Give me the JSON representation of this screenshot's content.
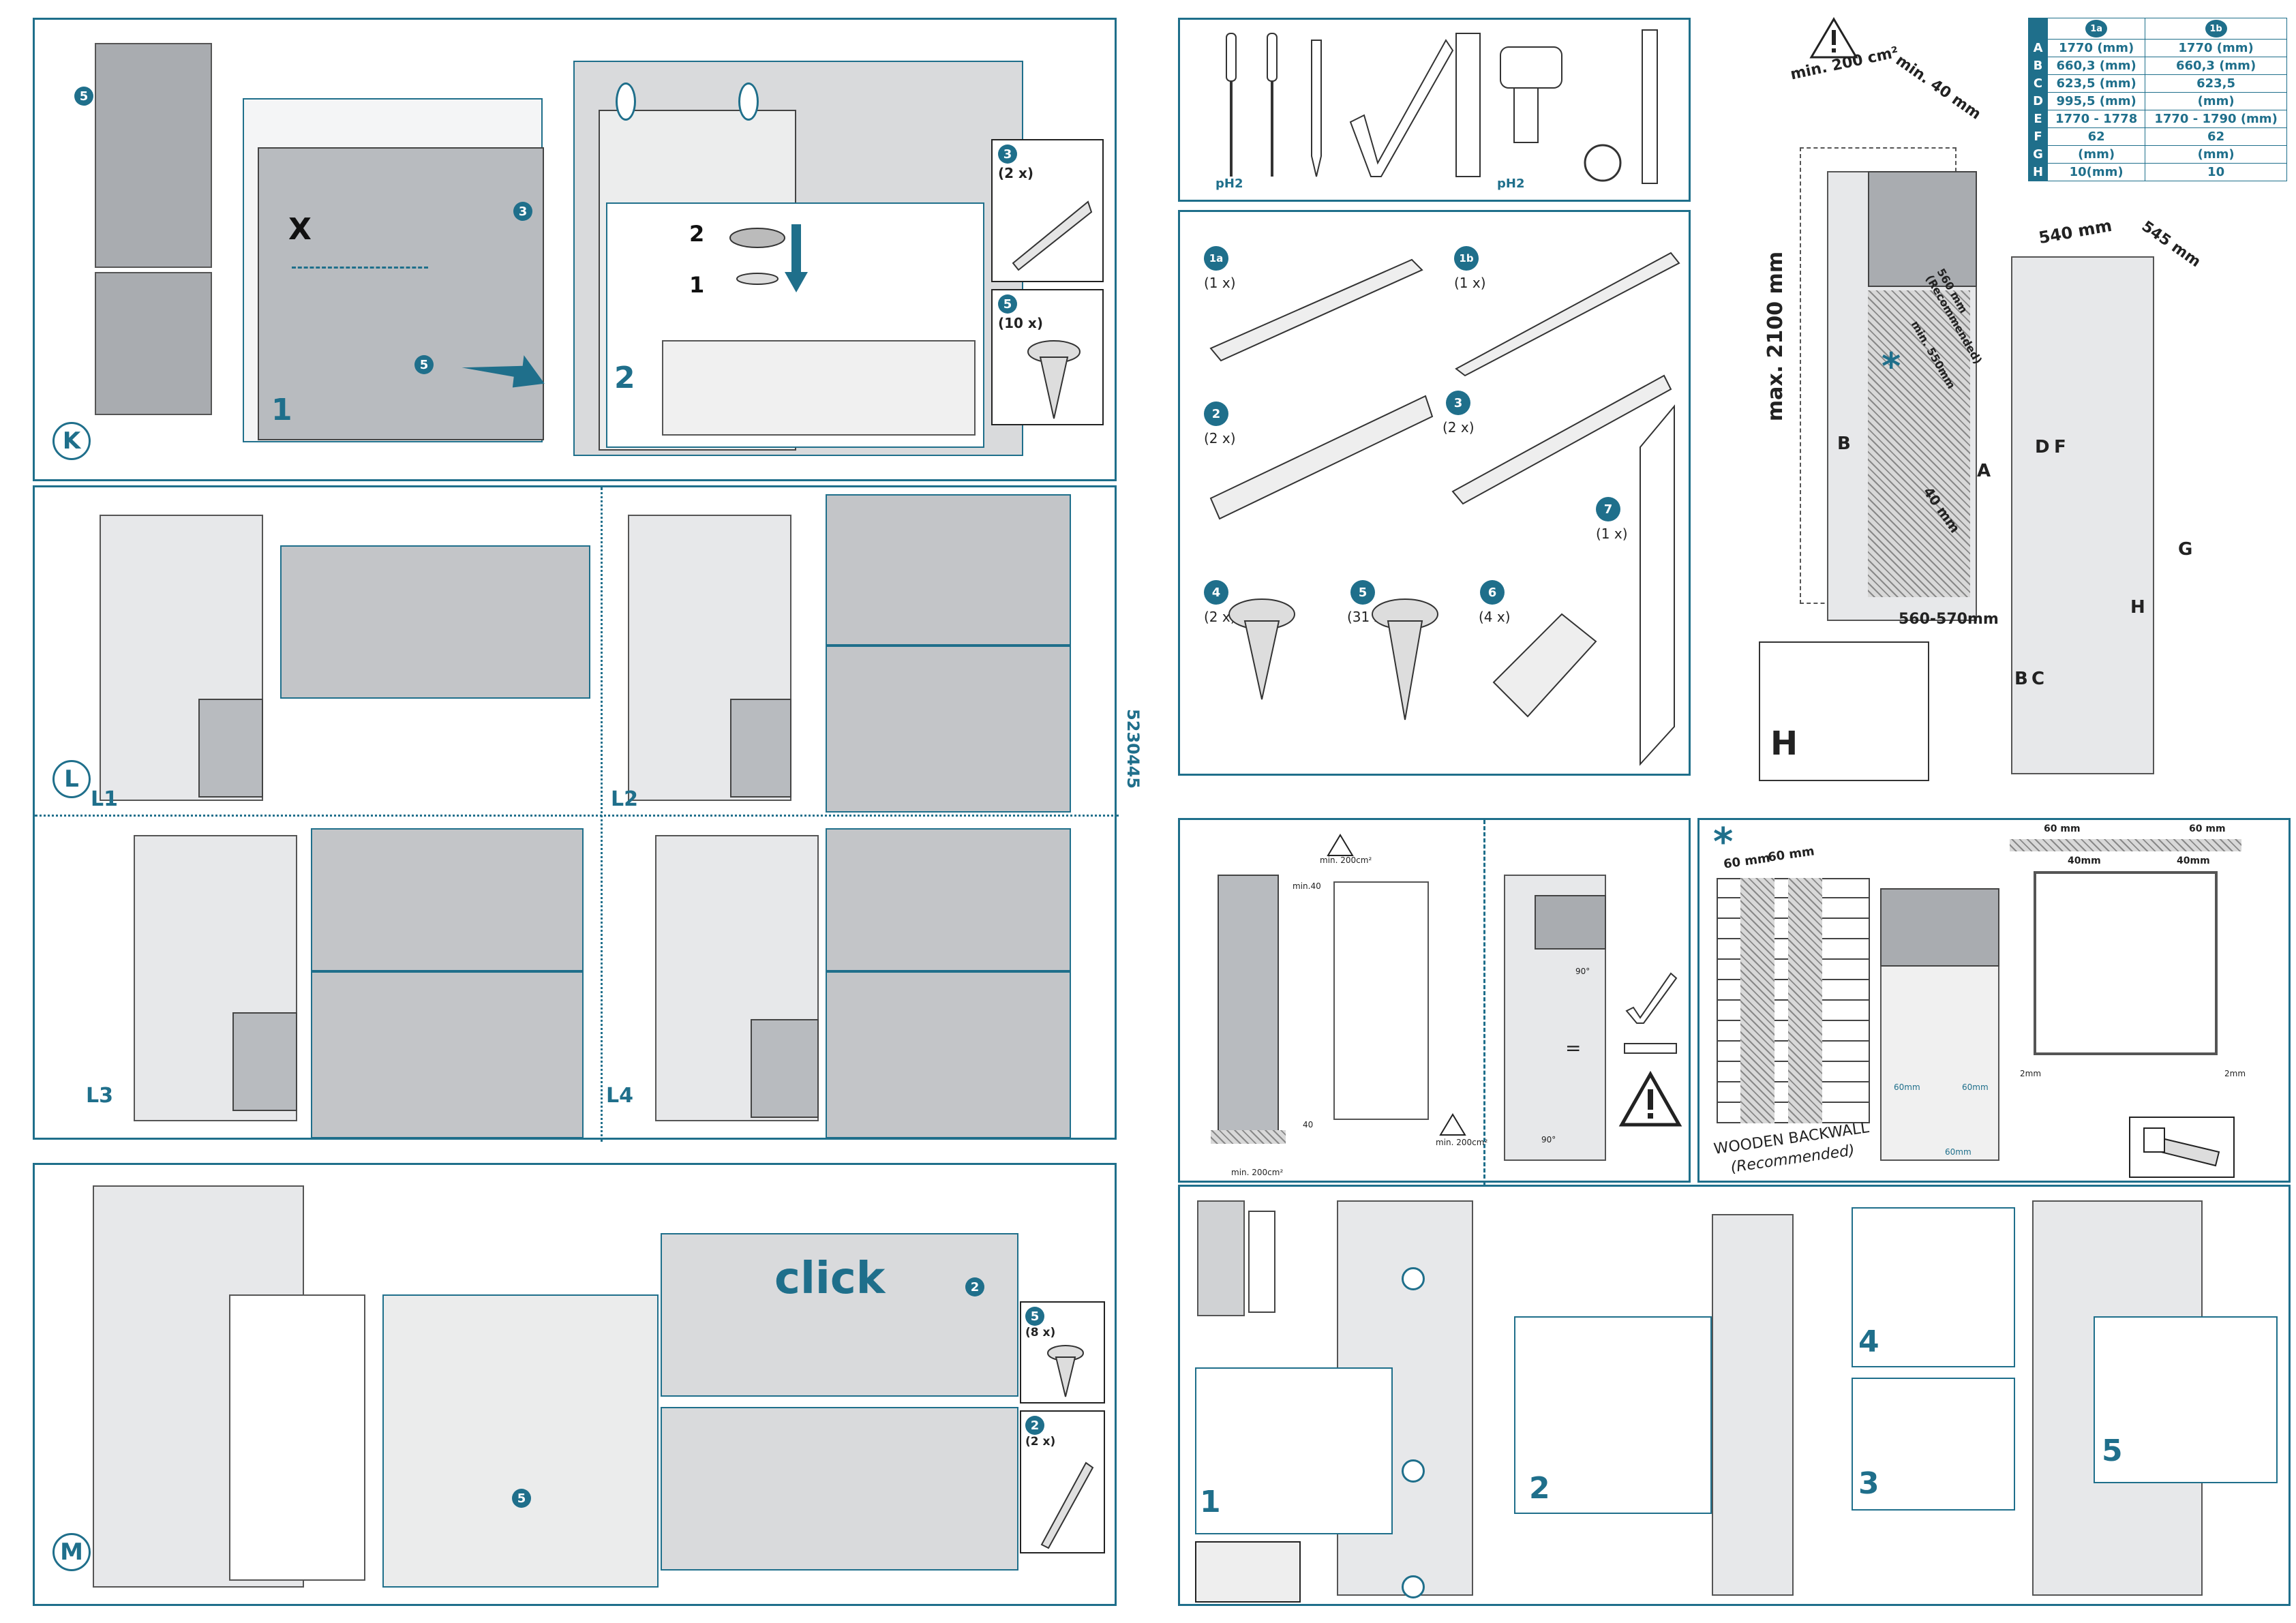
{
  "doc_code": "5230445",
  "colors": {
    "accent": "#1f6f8b",
    "door_gray": "#b8bbbf"
  },
  "section_k": {
    "label": "K",
    "distance_mark": "X",
    "step_1": "1",
    "step_2": "2",
    "nut_step_1": "1",
    "nut_step_2": "2",
    "part_3": {
      "num": "3",
      "qty": "(2 x)"
    },
    "part_5": {
      "num": "5",
      "qty": "(10 x)"
    },
    "callout_3": "3",
    "callout_5": "5",
    "callout_5b": "5"
  },
  "section_l": {
    "label": "L",
    "subs": [
      "L1",
      "L2",
      "L3",
      "L4"
    ]
  },
  "section_m": {
    "label": "M",
    "click_text": "click",
    "callout_2": "2",
    "callout_5": "5",
    "part_5": {
      "num": "5",
      "qty": "(8 x)"
    },
    "part_2": {
      "num": "2",
      "qty": "(2 x)"
    }
  },
  "tools": {
    "ph2_left": "pH2",
    "ph2_right": "pH2"
  },
  "parts": [
    {
      "num": "1a",
      "qty": "(1 x)"
    },
    {
      "num": "1b",
      "qty": "(1 x)"
    },
    {
      "num": "2",
      "qty": "(2 x)"
    },
    {
      "num": "3",
      "qty": "(2 x)"
    },
    {
      "num": "7",
      "qty": "(1 x)"
    },
    {
      "num": "4",
      "qty": "(2 x)"
    },
    {
      "num": "5",
      "qty": "(31 x)"
    },
    {
      "num": "6",
      "qty": "(4 x)"
    }
  ],
  "dimensions": {
    "ventilation": "min. 200 cm²",
    "min40": "min. 40 mm",
    "max_height": "max. 2100 mm",
    "recommended": "560 mm (Recommended)",
    "min550": "min. 550mm",
    "mm40": "40 mm",
    "width_range": "560-570mm",
    "w540": "540 mm",
    "d545": "545 mm",
    "letters": [
      "A",
      "B",
      "B",
      "C",
      "D",
      "F",
      "G",
      "H",
      "H"
    ]
  },
  "spec_table": {
    "headers": [
      "1a",
      "1b"
    ],
    "rows": [
      {
        "key": "A",
        "a": "1770 (mm)",
        "b": "1770 (mm)"
      },
      {
        "key": "B",
        "a": "660,3 (mm)",
        "b": "660,3 (mm)"
      },
      {
        "key": "C",
        "a": "623,5 (mm)",
        "b": "623,5"
      },
      {
        "key": "D",
        "a": "995,5 (mm)",
        "b": "(mm)"
      },
      {
        "key": "E",
        "a": "1770 - 1778",
        "b": "1770 - 1790 (mm)"
      },
      {
        "key": "F",
        "a": "62",
        "b": "62"
      },
      {
        "key": "G",
        "a": "(mm)",
        "b": "(mm)"
      },
      {
        "key": "H",
        "a": "10(mm)",
        "b": "10"
      }
    ]
  },
  "vent_panel": {
    "vent_top": "min. 200cm²",
    "min40": "min.40",
    "vent_bottom_left": "min. 200cm²",
    "vent_bottom_right": "min. 200cm²",
    "label_40": "40",
    "angle_top": "90°",
    "angle_bottom": "90°",
    "equals": "="
  },
  "backwall_panel": {
    "star": "*",
    "gap1": "60 mm",
    "gap2": "60 mm",
    "wall_text_1": "WOODEN BACKWALL",
    "wall_text_2": "(Recommended)",
    "side_60_left": "60mm",
    "side_60_right": "60mm",
    "bottom_60": "60mm",
    "top_60_left": "60 mm",
    "top_60_right": "60 mm",
    "inner_40_left": "40mm",
    "inner_40_right": "40mm",
    "gap_2_left": "2mm",
    "gap_2_right": "2mm"
  },
  "door_panel": {
    "steps": [
      "1",
      "2",
      "3",
      "4",
      "5"
    ]
  }
}
